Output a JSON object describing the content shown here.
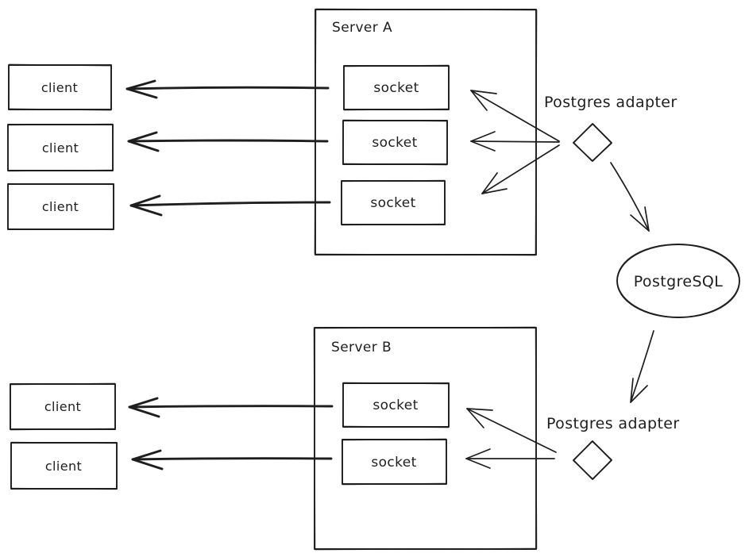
{
  "colors": {
    "stroke": "#1e1e1e",
    "background": "#ffffff"
  },
  "top_section": {
    "server": {
      "label": "Server A"
    },
    "sockets": [
      {
        "label": "socket"
      },
      {
        "label": "socket"
      },
      {
        "label": "socket"
      }
    ],
    "clients": [
      {
        "label": "client"
      },
      {
        "label": "client"
      },
      {
        "label": "client"
      }
    ],
    "adapter": {
      "label": "Postgres adapter"
    }
  },
  "bottom_section": {
    "server": {
      "label": "Server B"
    },
    "sockets": [
      {
        "label": "socket"
      },
      {
        "label": "socket"
      }
    ],
    "clients": [
      {
        "label": "client"
      },
      {
        "label": "client"
      }
    ],
    "adapter": {
      "label": "Postgres adapter"
    }
  },
  "database": {
    "label": "PostgreSQL"
  }
}
